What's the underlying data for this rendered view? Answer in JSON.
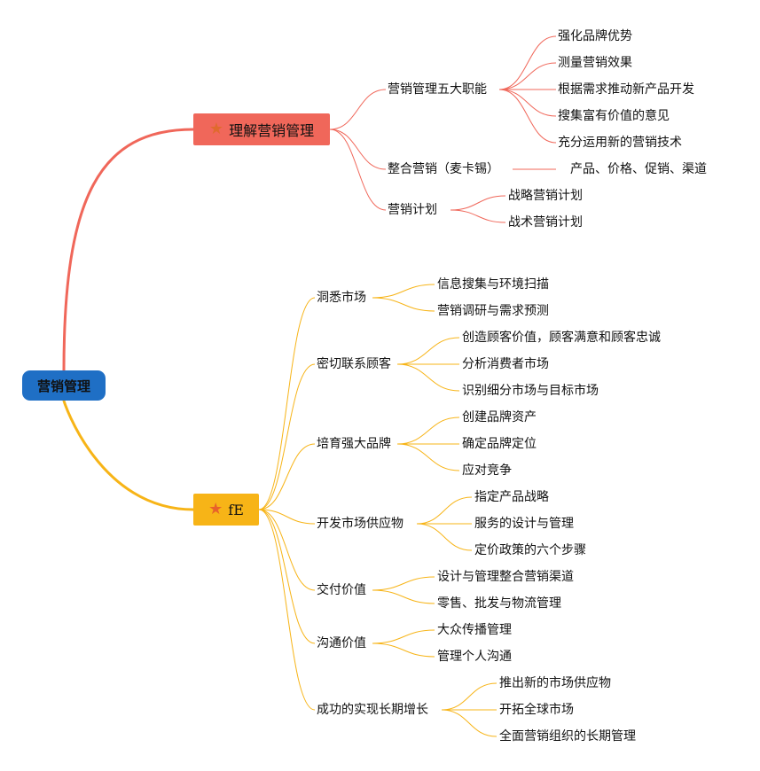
{
  "root": {
    "label": "营销管理"
  },
  "branches": [
    {
      "label": "理解营销管理",
      "icon": "star-icon",
      "color": "#f0675a",
      "children": [
        {
          "label": "营销管理五大职能",
          "children": [
            "强化品牌优势",
            "测量营销效果",
            "根据需求推动新产品开发",
            "搜集富有价值的意见",
            "充分运用新的营销技术"
          ]
        },
        {
          "label": "整合营销（麦卡锡）",
          "children": [
            "产品、价格、促销、渠道"
          ]
        },
        {
          "label": "营销计划",
          "children": [
            "战略营销计划",
            "战术营销计划"
          ]
        }
      ]
    },
    {
      "label": "fE",
      "icon": "star-icon",
      "color": "#f7b417",
      "children": [
        {
          "label": "洞悉市场",
          "children": [
            "信息搜集与环境扫描",
            "营销调研与需求预测"
          ]
        },
        {
          "label": "密切联系顾客",
          "children": [
            "创造顾客价值，顾客满意和顾客忠诚",
            "分析消费者市场",
            "识别细分市场与目标市场"
          ]
        },
        {
          "label": "培育强大品牌",
          "children": [
            "创建品牌资产",
            "确定品牌定位",
            "应对竞争"
          ]
        },
        {
          "label": "开发市场供应物",
          "children": [
            "指定产品战略",
            "服务的设计与管理",
            "定价政策的六个步骤"
          ]
        },
        {
          "label": "交付价值",
          "children": [
            "设计与管理整合营销渠道",
            "零售、批发与物流管理"
          ]
        },
        {
          "label": "沟通价值",
          "children": [
            "大众传播管理",
            "管理个人沟通"
          ]
        },
        {
          "label": "成功的实现长期增长",
          "children": [
            "推出新的市场供应物",
            "开拓全球市场",
            "全面营销组织的长期管理"
          ]
        }
      ]
    }
  ]
}
